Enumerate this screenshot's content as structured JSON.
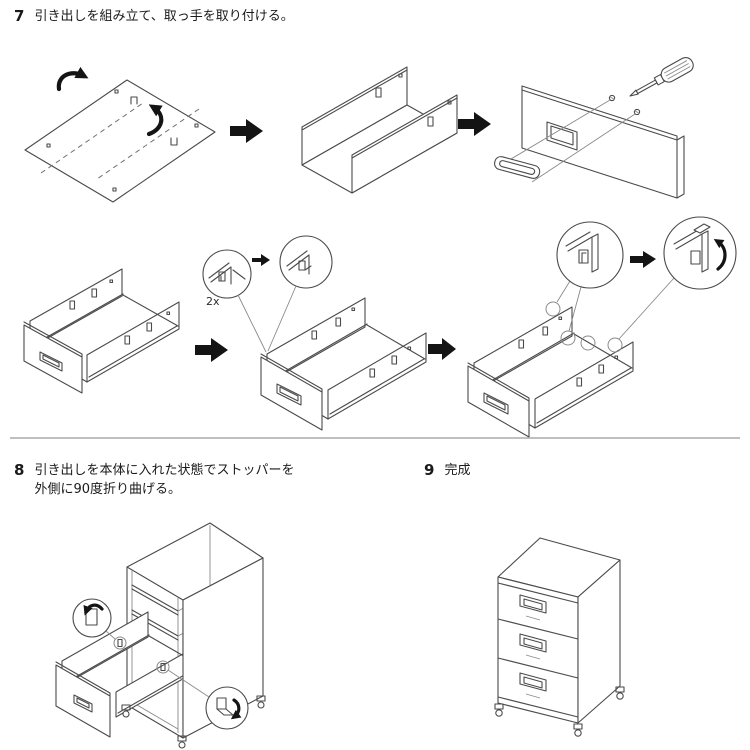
{
  "page": {
    "background": "#ffffff",
    "divider_color": "#aaaaaa"
  },
  "colors": {
    "line": "#4a4a4a",
    "soft_line": "#8a8a8a",
    "arrow_fill": "#141414"
  },
  "steps": [
    {
      "number": "7",
      "text": "引き出しを組み立て、取っ手を取り付ける。"
    },
    {
      "number": "8",
      "text_line1": "引き出しを本体に入れた状態でストッパーを",
      "text_line2": "外側に90度折り曲げる。"
    },
    {
      "number": "9",
      "text": "完成"
    }
  ],
  "labels": {
    "quantity": "2x"
  }
}
